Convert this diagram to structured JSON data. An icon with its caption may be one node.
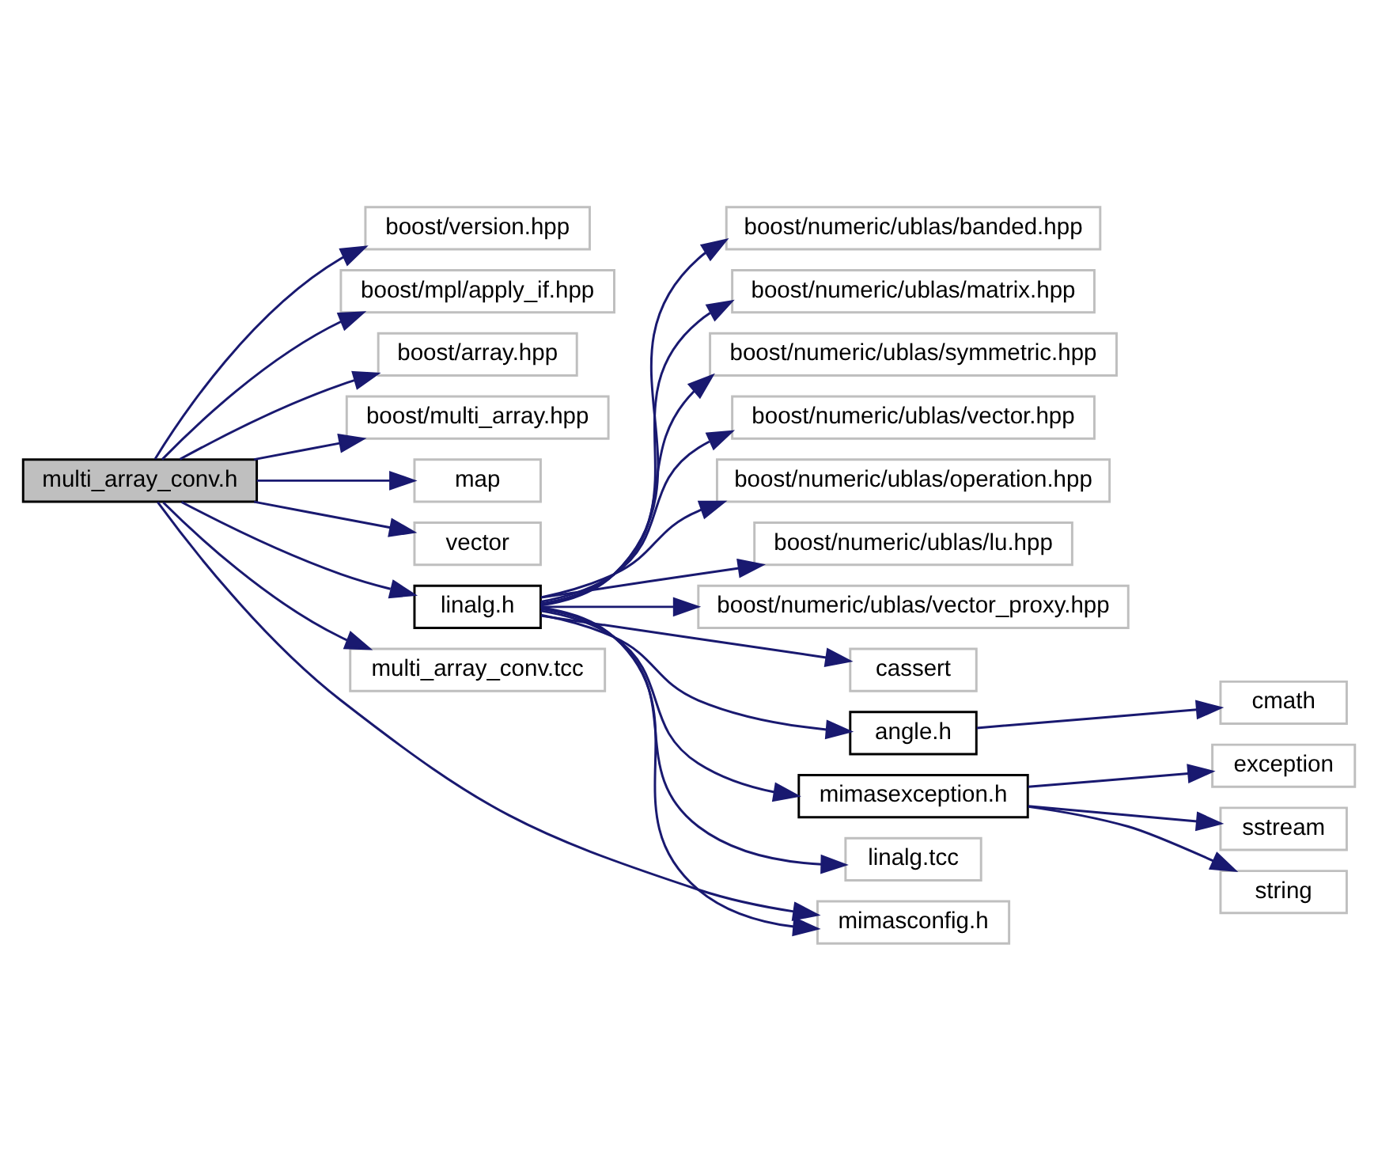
{
  "diagram": {
    "nodes": [
      {
        "text": [
          "multi_array_conv.h"
        ]
      },
      {
        "text": [
          "boost/version.hpp"
        ]
      },
      {
        "text": [
          "boost/mpl/apply_if.hpp"
        ]
      },
      {
        "text": [
          "boost/array.hpp"
        ]
      },
      {
        "text": [
          "boost/multi_array.hpp"
        ]
      },
      {
        "text": [
          "map"
        ]
      },
      {
        "text": [
          "vector"
        ]
      },
      {
        "text": [
          "linalg.h"
        ]
      },
      {
        "text": [
          "multi_array_conv.tcc"
        ]
      },
      {
        "text": [
          "mimasconfig.h"
        ]
      },
      {
        "text": [
          "boost/numeric/ublas/banded.hpp"
        ]
      },
      {
        "text": [
          "boost/numeric/ublas/matrix.hpp"
        ]
      },
      {
        "text": [
          "boost/numeric/ublas/symmetric.hpp"
        ]
      },
      {
        "text": [
          "boost/numeric/ublas/vector.hpp"
        ]
      },
      {
        "text": [
          "boost/numeric/ublas/operation.hpp"
        ]
      },
      {
        "text": [
          "boost/numeric/ublas/lu.hpp"
        ]
      },
      {
        "text": [
          "boost/numeric/ublas/vector_proxy.hpp"
        ]
      },
      {
        "text": [
          "cassert"
        ]
      },
      {
        "text": [
          "angle.h"
        ]
      },
      {
        "text": [
          "mimasexception.h"
        ]
      },
      {
        "text": [
          "linalg.tcc"
        ]
      },
      {
        "text": [
          "cmath"
        ]
      },
      {
        "text": [
          "exception"
        ]
      },
      {
        "text": [
          "sstream"
        ]
      },
      {
        "text": [
          "string"
        ]
      }
    ],
    "edges": [
      {
        "from": 0,
        "to": 1,
        "arrow": "to"
      },
      {
        "from": 0,
        "to": 2,
        "arrow": "to"
      },
      {
        "from": 0,
        "to": 3,
        "arrow": "to"
      },
      {
        "from": 0,
        "to": 4,
        "arrow": "to"
      },
      {
        "from": 0,
        "to": 5,
        "arrow": "to"
      },
      {
        "from": 0,
        "to": 6,
        "arrow": "to"
      },
      {
        "from": 0,
        "to": 9,
        "arrow": "to"
      },
      {
        "from": 0,
        "to": 7,
        "arrow": "to"
      },
      {
        "from": 0,
        "to": 8,
        "arrow": "to"
      },
      {
        "from": 7,
        "to": 9,
        "arrow": "to"
      },
      {
        "from": 7,
        "to": 10,
        "arrow": "to"
      },
      {
        "from": 7,
        "to": 11,
        "arrow": "to"
      },
      {
        "from": 7,
        "to": 12,
        "arrow": "to"
      },
      {
        "from": 7,
        "to": 13,
        "arrow": "to"
      },
      {
        "from": 7,
        "to": 14,
        "arrow": "to"
      },
      {
        "from": 7,
        "to": 15,
        "arrow": "to"
      },
      {
        "from": 7,
        "to": 16,
        "arrow": "to"
      },
      {
        "from": 7,
        "to": 17,
        "arrow": "to"
      },
      {
        "from": 7,
        "to": 18,
        "arrow": "to"
      },
      {
        "from": 7,
        "to": 19,
        "arrow": "to"
      },
      {
        "from": 7,
        "to": 20,
        "arrow": "to"
      },
      {
        "from": 18,
        "to": 21,
        "arrow": "to"
      },
      {
        "from": 19,
        "to": 22,
        "arrow": "to"
      },
      {
        "from": 19,
        "to": 23,
        "arrow": "to"
      },
      {
        "from": 19,
        "to": 24,
        "arrow": "to"
      }
    ]
  }
}
